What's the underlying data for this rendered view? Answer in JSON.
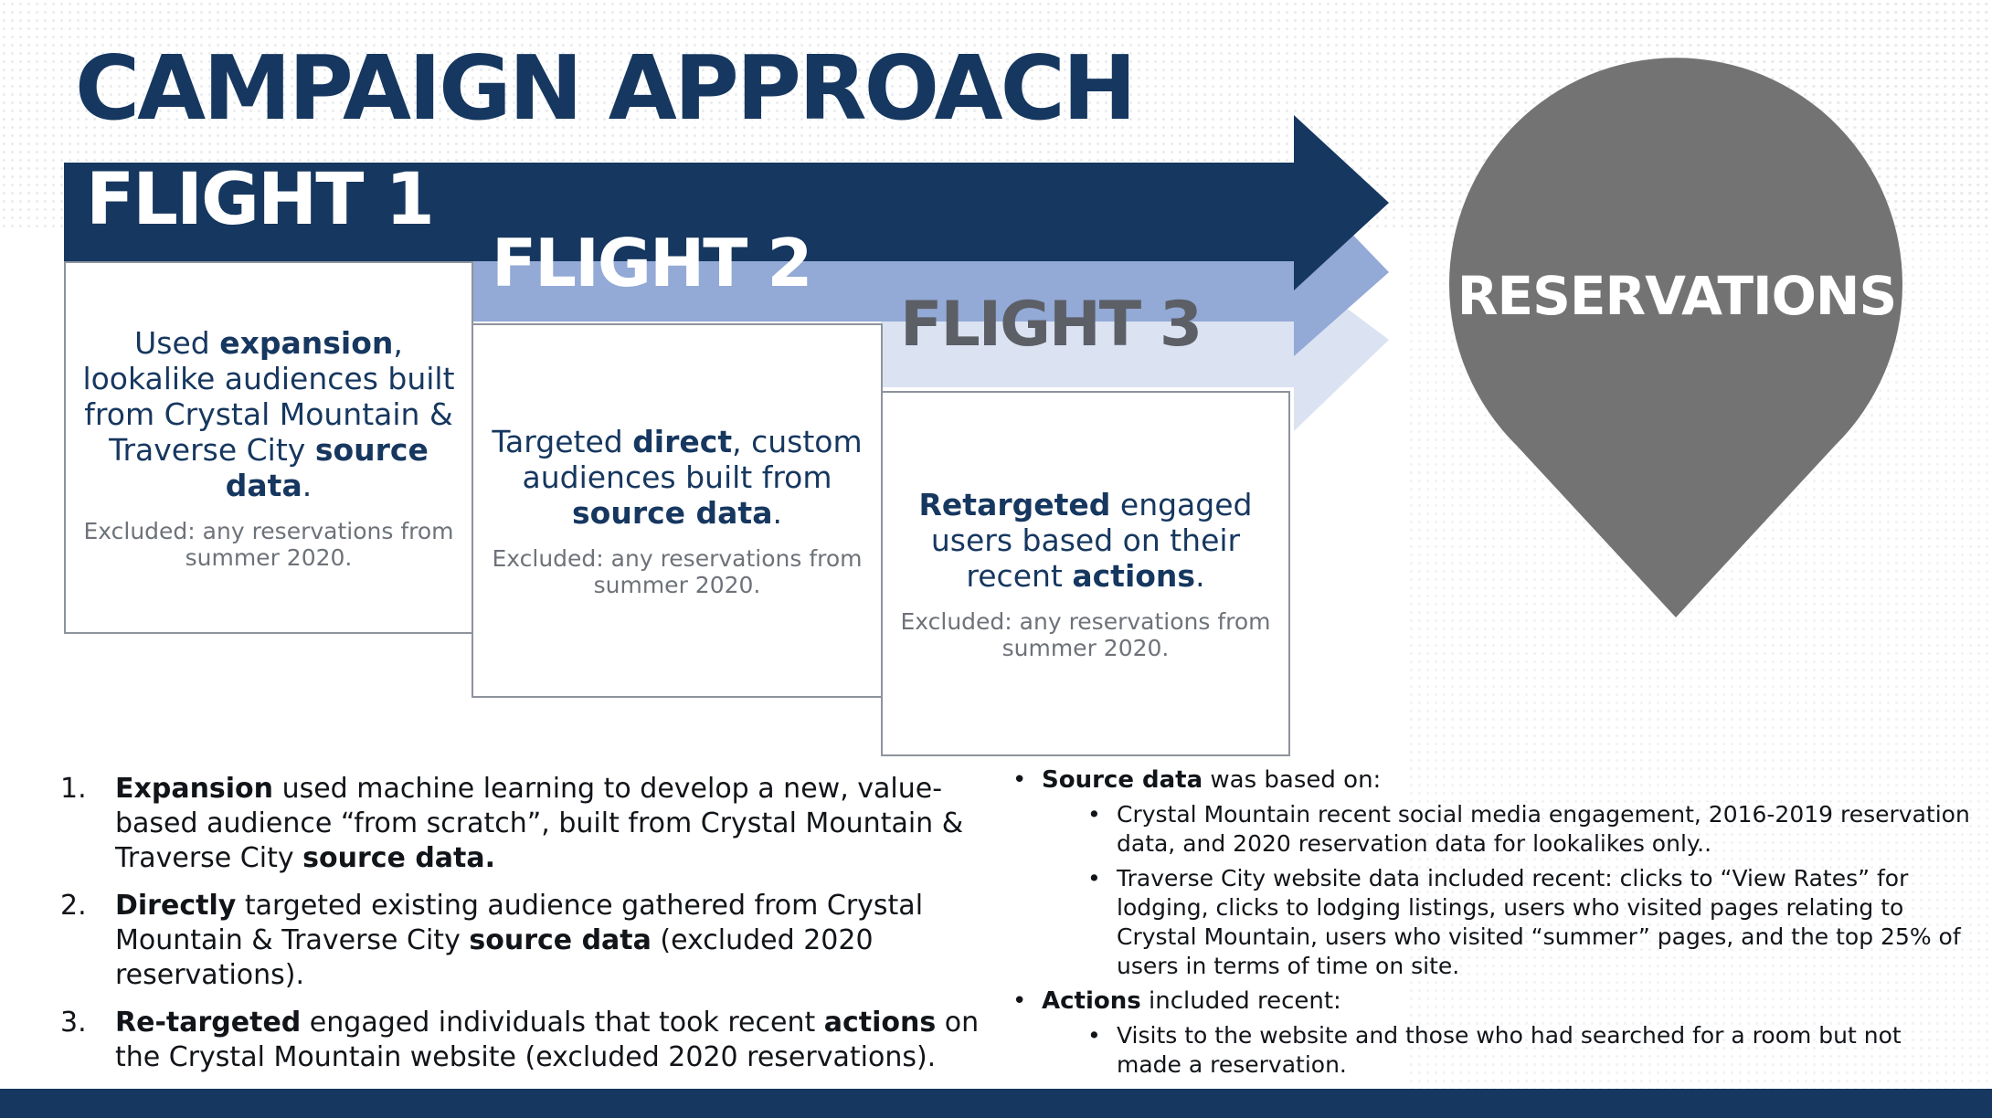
{
  "title": "CAMPAIGN APPROACH",
  "flights": [
    {
      "label": "FLIGHT 1",
      "text_parts": [
        {
          "t": "Used ",
          "b": false
        },
        {
          "t": "expansion",
          "b": true
        },
        {
          "t": ", lookalike audiences built from Crystal Mountain & Traverse City ",
          "b": false
        },
        {
          "t": "source data",
          "b": true
        },
        {
          "t": ".",
          "b": false
        }
      ],
      "excluded": "Excluded: any reservations from summer 2020."
    },
    {
      "label": "FLIGHT 2",
      "text_parts": [
        {
          "t": "Targeted ",
          "b": false
        },
        {
          "t": "direct",
          "b": true
        },
        {
          "t": ", custom audiences built from ",
          "b": false
        },
        {
          "t": "source data",
          "b": true
        },
        {
          "t": ".",
          "b": false
        }
      ],
      "excluded": "Excluded: any reservations from summer 2020."
    },
    {
      "label": "FLIGHT 3",
      "text_parts": [
        {
          "t": "Retargeted",
          "b": true
        },
        {
          "t": " engaged users based on their recent ",
          "b": false
        },
        {
          "t": "actions",
          "b": true
        },
        {
          "t": ".",
          "b": false
        }
      ],
      "excluded": "Excluded: any reservations from summer 2020."
    }
  ],
  "goal": "RESERVATIONS",
  "numbered": [
    {
      "num": "1.",
      "parts": [
        {
          "t": "Expansion",
          "b": true
        },
        {
          "t": " used machine learning to develop a new, value-based audience “from scratch”, built from Crystal Mountain & Traverse City ",
          "b": false
        },
        {
          "t": "source data.",
          "b": true
        }
      ]
    },
    {
      "num": "2.",
      "parts": [
        {
          "t": "Directly",
          "b": true
        },
        {
          "t": " targeted existing audience gathered from Crystal Mountain & Traverse City ",
          "b": false
        },
        {
          "t": "source data",
          "b": true
        },
        {
          "t": " (excluded 2020 reservations).",
          "b": false
        }
      ]
    },
    {
      "num": "3.",
      "parts": [
        {
          "t": "Re-targeted",
          "b": true
        },
        {
          "t": " engaged individuals that took recent ",
          "b": false
        },
        {
          "t": "actions",
          "b": true
        },
        {
          "t": " on the Crystal Mountain website (excluded 2020 reservations).",
          "b": false
        }
      ]
    }
  ],
  "bullets": [
    {
      "parts": [
        {
          "t": "Source data",
          "b": true
        },
        {
          "t": " was based on:",
          "b": false
        }
      ],
      "sub": [
        "Crystal Mountain recent social media engagement, 2016-2019 reservation data, and 2020 reservation data for lookalikes only..",
        "Traverse City website data included recent: clicks to “View Rates” for lodging, clicks to lodging listings, users who visited pages relating to Crystal Mountain, users who visited “summer” pages, and the top 25% of users in terms of time on site."
      ]
    },
    {
      "parts": [
        {
          "t": "Actions",
          "b": true
        },
        {
          "t": " included recent:",
          "b": false
        }
      ],
      "sub": [
        "Visits to the website and those who had searched for a room but not made a reservation."
      ]
    }
  ],
  "colors": {
    "navy": "#16375f",
    "flight2": "#93a9d6",
    "flight3": "#dbe3f2",
    "pin": "#737373"
  }
}
